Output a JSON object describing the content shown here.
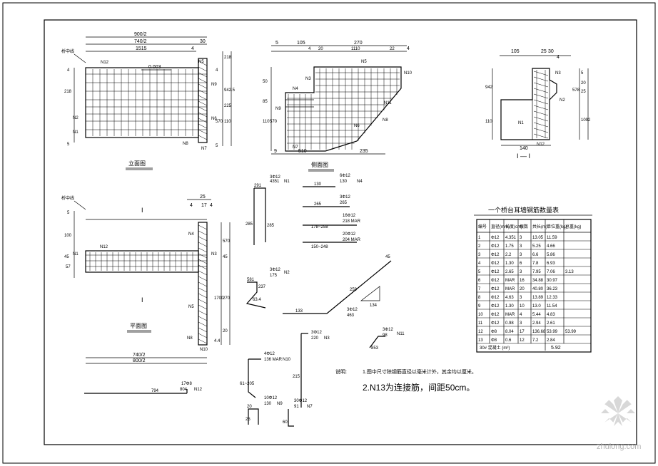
{
  "front_view": {
    "title": "立面图",
    "dim_top1": "900/2",
    "dim_top2": "740/2",
    "dim_top3": "1515",
    "dim_right_30": "30",
    "dim_right_4": "4",
    "slope": "0.003",
    "left_tag": "桥中线",
    "dims_left": [
      "4",
      "218",
      "5"
    ],
    "dims_right": [
      "218",
      "4",
      "942.5",
      "225",
      "110",
      "570",
      "5"
    ],
    "labels": [
      "N12",
      "N5",
      "N2",
      "N1",
      "N6",
      "N7",
      "N8",
      "N9"
    ]
  },
  "side_view": {
    "title": "侧面图",
    "dims_top_row1": [
      "5",
      "105",
      "270",
      "4"
    ],
    "dims_top_row2": [
      "4",
      "20",
      "1110",
      "22"
    ],
    "dims_left": [
      "50",
      "85",
      "110",
      "570"
    ],
    "dims_bottom": [
      "9",
      "510",
      "235"
    ],
    "labels": [
      "N5",
      "N10",
      "N3",
      "N4",
      "N9",
      "N11",
      "N6",
      "N8",
      "N7"
    ]
  },
  "section_view": {
    "title": "I — I",
    "dims_top": [
      "105",
      "25",
      "30",
      "4"
    ],
    "dims_left": [
      "942",
      "110"
    ],
    "dims_right": [
      "5",
      "578",
      "20",
      "25",
      "1092"
    ],
    "dim_bottom": "140",
    "labels": [
      "N3",
      "N2",
      "N1",
      "N12"
    ]
  },
  "plan_view": {
    "title": "平面图",
    "section_mark_top": "I",
    "section_mark_bottom": "I",
    "left_tag": "桥中线",
    "dims_top": [
      "25",
      "4",
      "17",
      "4"
    ],
    "dims_left": [
      "5",
      "100",
      "45",
      "57"
    ],
    "dims_right": [
      "570",
      "45",
      "1700",
      "270",
      "4.4",
      "20"
    ],
    "dim_bottom1": "740/2",
    "dim_bottom2": "800/2",
    "labels": [
      "N12",
      "N4",
      "N1",
      "N3",
      "N5",
      "N8",
      "N10"
    ]
  },
  "rebar_details": {
    "n1_label": "3Φ12",
    "n1_len": "4351",
    "n1_name": "N1",
    "n1_dims": [
      "291",
      "285",
      "285"
    ],
    "n2_label": "3Φ12",
    "n2_len": "175",
    "n2_name": "N2",
    "n2_dims": [
      "581",
      "237",
      "63.4"
    ],
    "n3_label": "3Φ12",
    "n3_len": "220",
    "n3_name": "N3",
    "n3_dim": "215",
    "n4a_label": "6Φ12",
    "n4a_len": "130",
    "n4a_dim": "130",
    "n4b_label": "3Φ12",
    "n4b_len": "265",
    "n4b_dim": "265",
    "n4c_label": "16Φ12",
    "n4c_len": "218 MAR",
    "n4c_dim": "178~258",
    "n4d_label": "20Φ12",
    "n4d_len": "204 MAR",
    "n4d_dim": "150~248",
    "n4_name": "N4",
    "n6_label": "3Φ12",
    "n6_len": "463",
    "n6_dims": [
      "45",
      "259",
      "133",
      "134"
    ],
    "n11_label": "3Φ12",
    "n11_len": "98",
    "n11_name": "N11",
    "n11_dim": "853",
    "n10_label": "4Φ12",
    "n10_len": "136 MAR",
    "n10_name": "N10",
    "n10_dim": "61~205",
    "n9_label": "10Φ12",
    "n9_len": "130",
    "n9_name": "N9",
    "n9_dims": [
      "20",
      "25"
    ],
    "n7_label": "30Φ12",
    "n7_len": "91",
    "n7_name": "N7",
    "n7_dim": "60",
    "n12_label": "17Φ8",
    "n12_len": "804",
    "n12_dim": "794",
    "n12_name": "N12"
  },
  "notes": {
    "title": "说明:",
    "line1": "1.图中尺寸除钢筋直径以毫米计外，其余均以厘米。",
    "line2": "2.N13为连接筋，间距50cm。"
  },
  "table": {
    "title": "一个桥台耳墙钢筋数量表",
    "headers": [
      "编号",
      "直径(mm)",
      "长度(cm)",
      "根数",
      "共长(m)",
      "单位重(kg)",
      "总重(kg)"
    ],
    "rows": [
      [
        "1",
        "Φ12",
        "4.351",
        "3",
        "13.05",
        "11.59",
        ""
      ],
      [
        "2",
        "Φ12",
        "1.75",
        "3",
        "5.25",
        "4.66",
        ""
      ],
      [
        "3",
        "Φ12",
        "2.2",
        "3",
        "6.6",
        "5.86",
        ""
      ],
      [
        "4",
        "Φ12",
        "1.30",
        "6",
        "7.8",
        "6.93",
        ""
      ],
      [
        "5",
        "Φ12",
        "2.65",
        "3",
        "7.95",
        "7.06",
        "3.13"
      ],
      [
        "6",
        "Φ12",
        "MAR",
        "16",
        "34.88",
        "30.97",
        ""
      ],
      [
        "7",
        "Φ12",
        "MAR",
        "20",
        "40.80",
        "36.23",
        ""
      ],
      [
        "8",
        "Φ12",
        "4.63",
        "3",
        "13.89",
        "12.33",
        ""
      ],
      [
        "9",
        "Φ12",
        "1.30",
        "10",
        "13.0",
        "11.54",
        ""
      ],
      [
        "10",
        "Φ12",
        "MAR",
        "4",
        "5.44",
        "4.83",
        ""
      ],
      [
        "11",
        "Φ12",
        "0.98",
        "3",
        "2.94",
        "2.61",
        ""
      ],
      [
        "12",
        "Φ8",
        "8.04",
        "17",
        "136.68",
        "53.99",
        "53.99"
      ],
      [
        "13",
        "Φ8",
        "0.6",
        "12",
        "7.2",
        "2.84",
        ""
      ]
    ],
    "footer_label": "30# 混凝土 (m³)",
    "footer_value": "5.92"
  },
  "watermark": "zhulong.com"
}
